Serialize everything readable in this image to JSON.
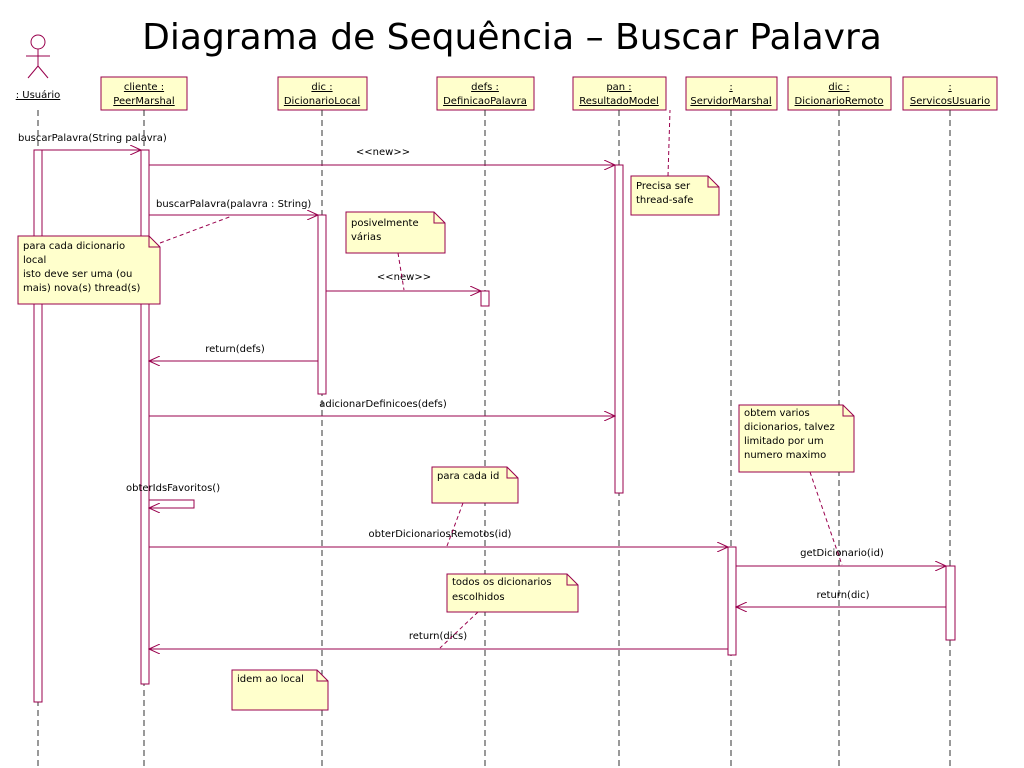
{
  "title": "Diagrama de Sequência – Buscar Palavra",
  "colors": {
    "line": "#99004d",
    "note_fill": "#ffffcc",
    "text": "#000000",
    "background": "#ffffff"
  },
  "actor": {
    "label": ": Usuário"
  },
  "participants": [
    {
      "line1": "cliente :",
      "line2": "PeerMarshal"
    },
    {
      "line1": "dic :",
      "line2": "DicionarioLocal"
    },
    {
      "line1": "defs :",
      "line2": "DefinicaoPalavra"
    },
    {
      "line1": "pan :",
      "line2": "ResultadoModel"
    },
    {
      "line1": ":",
      "line2": "ServidorMarshal"
    },
    {
      "line1": "dic :",
      "line2": "DicionarioRemoto"
    },
    {
      "line1": ":",
      "line2": "ServicosUsuario"
    }
  ],
  "messages": [
    "buscarPalavra(String palavra)",
    "<<new>>",
    "buscarPalavra(palavra : String)",
    "<<new>>",
    "return(defs)",
    "adicionarDefinicoes(defs)",
    "obterIdsFavoritos()",
    "obterDicionariosRemotos(id)",
    "getDicionario(id)",
    "return(dic)",
    "return(dics)"
  ],
  "notes": [
    [
      "Precisa ser",
      "thread-safe"
    ],
    [
      "posivelmente",
      "várias"
    ],
    [
      "para cada dicionario",
      "local",
      "isto deve ser uma (ou",
      "mais) nova(s) thread(s)"
    ],
    [
      "obtem varios",
      "dicionarios, talvez",
      "limitado por um",
      "numero maximo"
    ],
    [
      "para cada id"
    ],
    [
      "todos os dicionarios",
      "escolhidos"
    ],
    [
      "idem ao local"
    ]
  ]
}
